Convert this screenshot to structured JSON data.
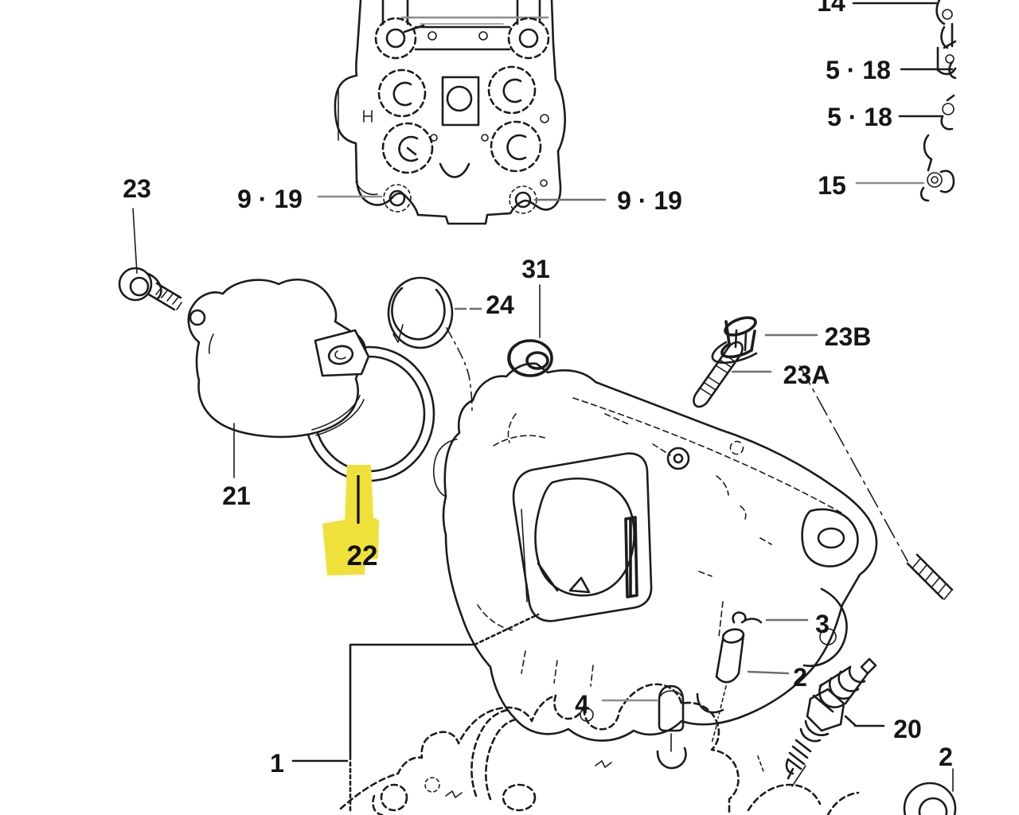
{
  "diagram": {
    "kind": "engine-parts-exploded-diagram",
    "subject": "cylinder-head-assembly",
    "background": "#ffffff",
    "line_color": "#1c1c1c",
    "highlight_color": "#f0e13a",
    "selected_callout": "22",
    "labels": [
      {
        "id": "23",
        "text": "23"
      },
      {
        "id": "9-19-left",
        "text": "9 · 19"
      },
      {
        "id": "9-19-right",
        "text": "9 · 19"
      },
      {
        "id": "14",
        "text": "14"
      },
      {
        "id": "5-18-upper",
        "text": "5 · 18"
      },
      {
        "id": "5-18-lower",
        "text": "5 · 18"
      },
      {
        "id": "15",
        "text": "15"
      },
      {
        "id": "31",
        "text": "31"
      },
      {
        "id": "24",
        "text": "24"
      },
      {
        "id": "23B",
        "text": "23B"
      },
      {
        "id": "23A",
        "text": "23A"
      },
      {
        "id": "21",
        "text": "21"
      },
      {
        "id": "22",
        "text": "22"
      },
      {
        "id": "1",
        "text": "1"
      },
      {
        "id": "4",
        "text": "4"
      },
      {
        "id": "2",
        "text": "2"
      },
      {
        "id": "3",
        "text": "3"
      },
      {
        "id": "20",
        "text": "20"
      },
      {
        "id": "2-lower-right",
        "text": "2"
      }
    ]
  }
}
